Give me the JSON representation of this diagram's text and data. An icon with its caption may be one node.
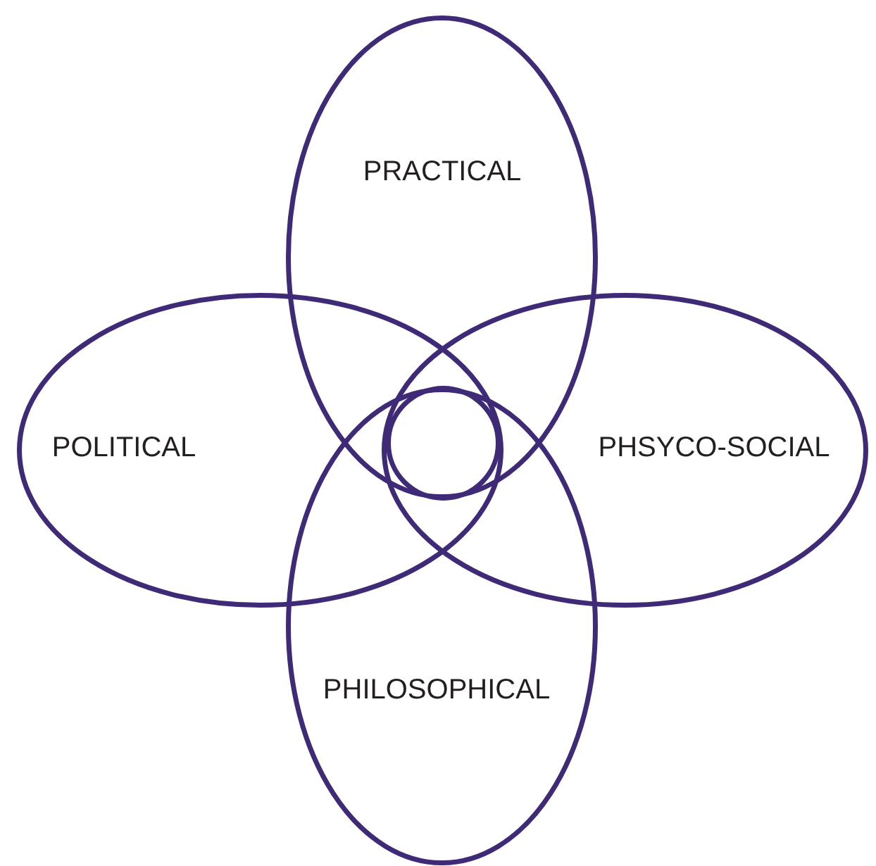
{
  "diagram": {
    "nodes": [
      {
        "text": [
          "PRACTICAL"
        ]
      },
      {
        "text": [
          "POLITICAL"
        ]
      },
      {
        "text": [],
        "shape": "circle"
      },
      {
        "text": [
          "PHSYCO-SOCIAL"
        ]
      },
      {
        "text": [
          "PHILOSOPHICAL"
        ]
      }
    ]
  }
}
